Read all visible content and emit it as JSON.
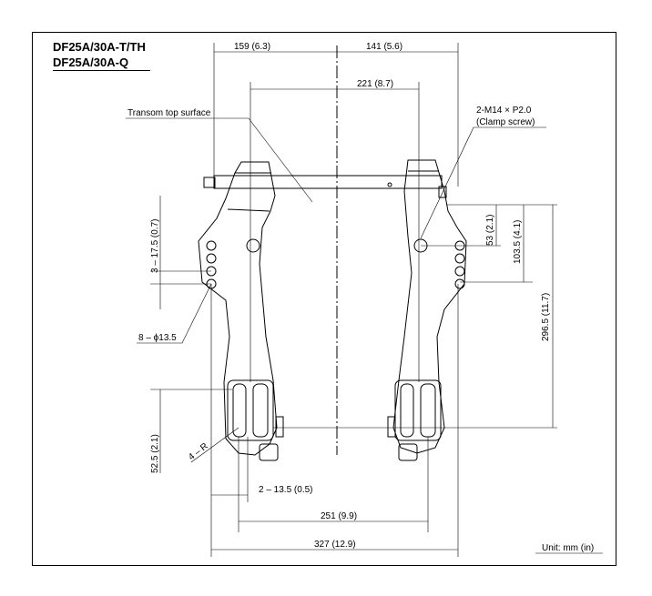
{
  "titles": [
    "DF25A/30A-T/TH",
    "DF25A/30A-Q"
  ],
  "labels": {
    "transom": "Transom top surface",
    "clamp_screw_1": "2-M14 × P2.0",
    "clamp_screw_2": "(Clamp screw)",
    "holes": "8 – ϕ13.5",
    "radius": "4 – R",
    "slot_width": "2 – 13.5 (0.5)",
    "unit": "Unit: mm (in)"
  },
  "dimensions": {
    "d159": "159 (6.3)",
    "d141": "141 (5.6)",
    "d221": "221 (8.7)",
    "d53": "53 (2.1)",
    "d103": "103.5 (4.1)",
    "d296": "296.5 (11.7)",
    "d17": "3 – 17.5 (0.7)",
    "d52": "52.5 (2.1)",
    "d251": "251 (9.9)",
    "d327": "327 (12.9)"
  }
}
